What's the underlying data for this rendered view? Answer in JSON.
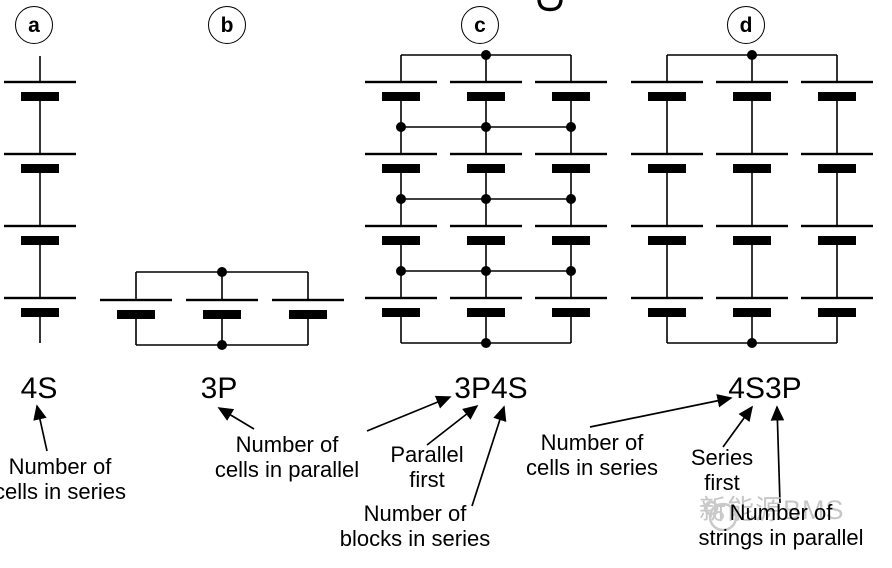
{
  "cropped_title_fragment": "g",
  "panels": [
    {
      "label": "a",
      "code": "4S",
      "type": "series",
      "cells_in_series": 4
    },
    {
      "label": "b",
      "code": "3P",
      "type": "parallel",
      "cells_in_parallel": 3
    },
    {
      "label": "c",
      "code": "3P4S",
      "type": "parallel-first",
      "cells_in_parallel": 3,
      "blocks_in_series": 4
    },
    {
      "label": "d",
      "code": "4S3P",
      "type": "series-first",
      "cells_in_series": 4,
      "strings_in_parallel": 3
    }
  ],
  "annotations": [
    {
      "id": "a-cells-series",
      "lines": [
        "Number of",
        "cells in series"
      ]
    },
    {
      "id": "b-cells-parallel",
      "lines": [
        "Number of",
        "cells in parallel"
      ]
    },
    {
      "id": "c-parallel-first",
      "lines": [
        "Parallel",
        "first"
      ]
    },
    {
      "id": "c-blocks-series",
      "lines": [
        "Number of",
        "blocks in series"
      ]
    },
    {
      "id": "d-cells-series",
      "lines": [
        "Number of",
        "cells in series"
      ]
    },
    {
      "id": "d-series-first",
      "lines": [
        "Series",
        "first"
      ]
    },
    {
      "id": "d-strings-parallel",
      "lines": [
        "Number of",
        "strings in parallel"
      ]
    }
  ],
  "watermark": {
    "text": "新能源BMS"
  },
  "colors": {
    "ink": "#000000",
    "background": "#ffffff",
    "watermark": "#bdbdbd"
  }
}
